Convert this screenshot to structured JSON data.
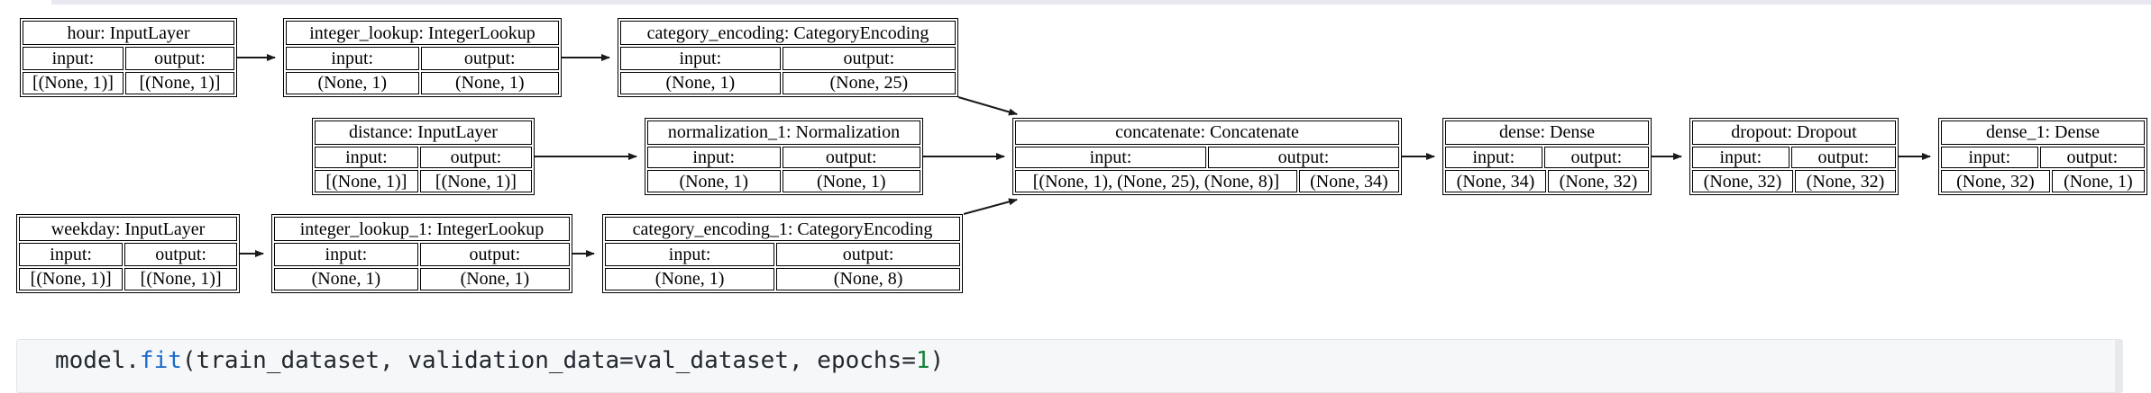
{
  "diagram": {
    "labels": {
      "input": "input:",
      "output": "output:"
    },
    "nodes": [
      {
        "id": "hour",
        "title": "hour: InputLayer",
        "input_shape": "[(None, 1)]",
        "output_shape": "[(None, 1)]"
      },
      {
        "id": "integer_lookup",
        "title": "integer_lookup: IntegerLookup",
        "input_shape": "(None, 1)",
        "output_shape": "(None, 1)"
      },
      {
        "id": "category_encoding",
        "title": "category_encoding: CategoryEncoding",
        "input_shape": "(None, 1)",
        "output_shape": "(None, 25)"
      },
      {
        "id": "distance",
        "title": "distance: InputLayer",
        "input_shape": "[(None, 1)]",
        "output_shape": "[(None, 1)]"
      },
      {
        "id": "normalization_1",
        "title": "normalization_1: Normalization",
        "input_shape": "(None, 1)",
        "output_shape": "(None, 1)"
      },
      {
        "id": "concatenate",
        "title": "concatenate: Concatenate",
        "input_shape": "[(None, 1), (None, 25), (None, 8)]",
        "output_shape": "(None, 34)"
      },
      {
        "id": "dense",
        "title": "dense: Dense",
        "input_shape": "(None, 34)",
        "output_shape": "(None, 32)"
      },
      {
        "id": "dropout",
        "title": "dropout: Dropout",
        "input_shape": "(None, 32)",
        "output_shape": "(None, 32)"
      },
      {
        "id": "dense_1",
        "title": "dense_1: Dense",
        "input_shape": "(None, 32)",
        "output_shape": "(None, 1)"
      },
      {
        "id": "weekday",
        "title": "weekday: InputLayer",
        "input_shape": "[(None, 1)]",
        "output_shape": "[(None, 1)]"
      },
      {
        "id": "integer_lookup_1",
        "title": "integer_lookup_1: IntegerLookup",
        "input_shape": "(None, 1)",
        "output_shape": "(None, 1)"
      },
      {
        "id": "category_encoding_1",
        "title": "category_encoding_1: CategoryEncoding",
        "input_shape": "(None, 1)",
        "output_shape": "(None, 8)"
      }
    ],
    "edges": [
      "hour -> integer_lookup",
      "integer_lookup -> category_encoding",
      "category_encoding -> concatenate",
      "distance -> normalization_1",
      "normalization_1 -> concatenate",
      "weekday -> integer_lookup_1",
      "integer_lookup_1 -> category_encoding_1",
      "category_encoding_1 -> concatenate",
      "concatenate -> dense",
      "dense -> dropout",
      "dropout -> dense_1"
    ]
  },
  "code": {
    "tokens": [
      {
        "text": "model."
      },
      {
        "text": "fit"
      },
      {
        "text": "(train_dataset, validation_data=val_dataset, epochs="
      },
      {
        "text": "1"
      },
      {
        "text": ")"
      }
    ]
  }
}
